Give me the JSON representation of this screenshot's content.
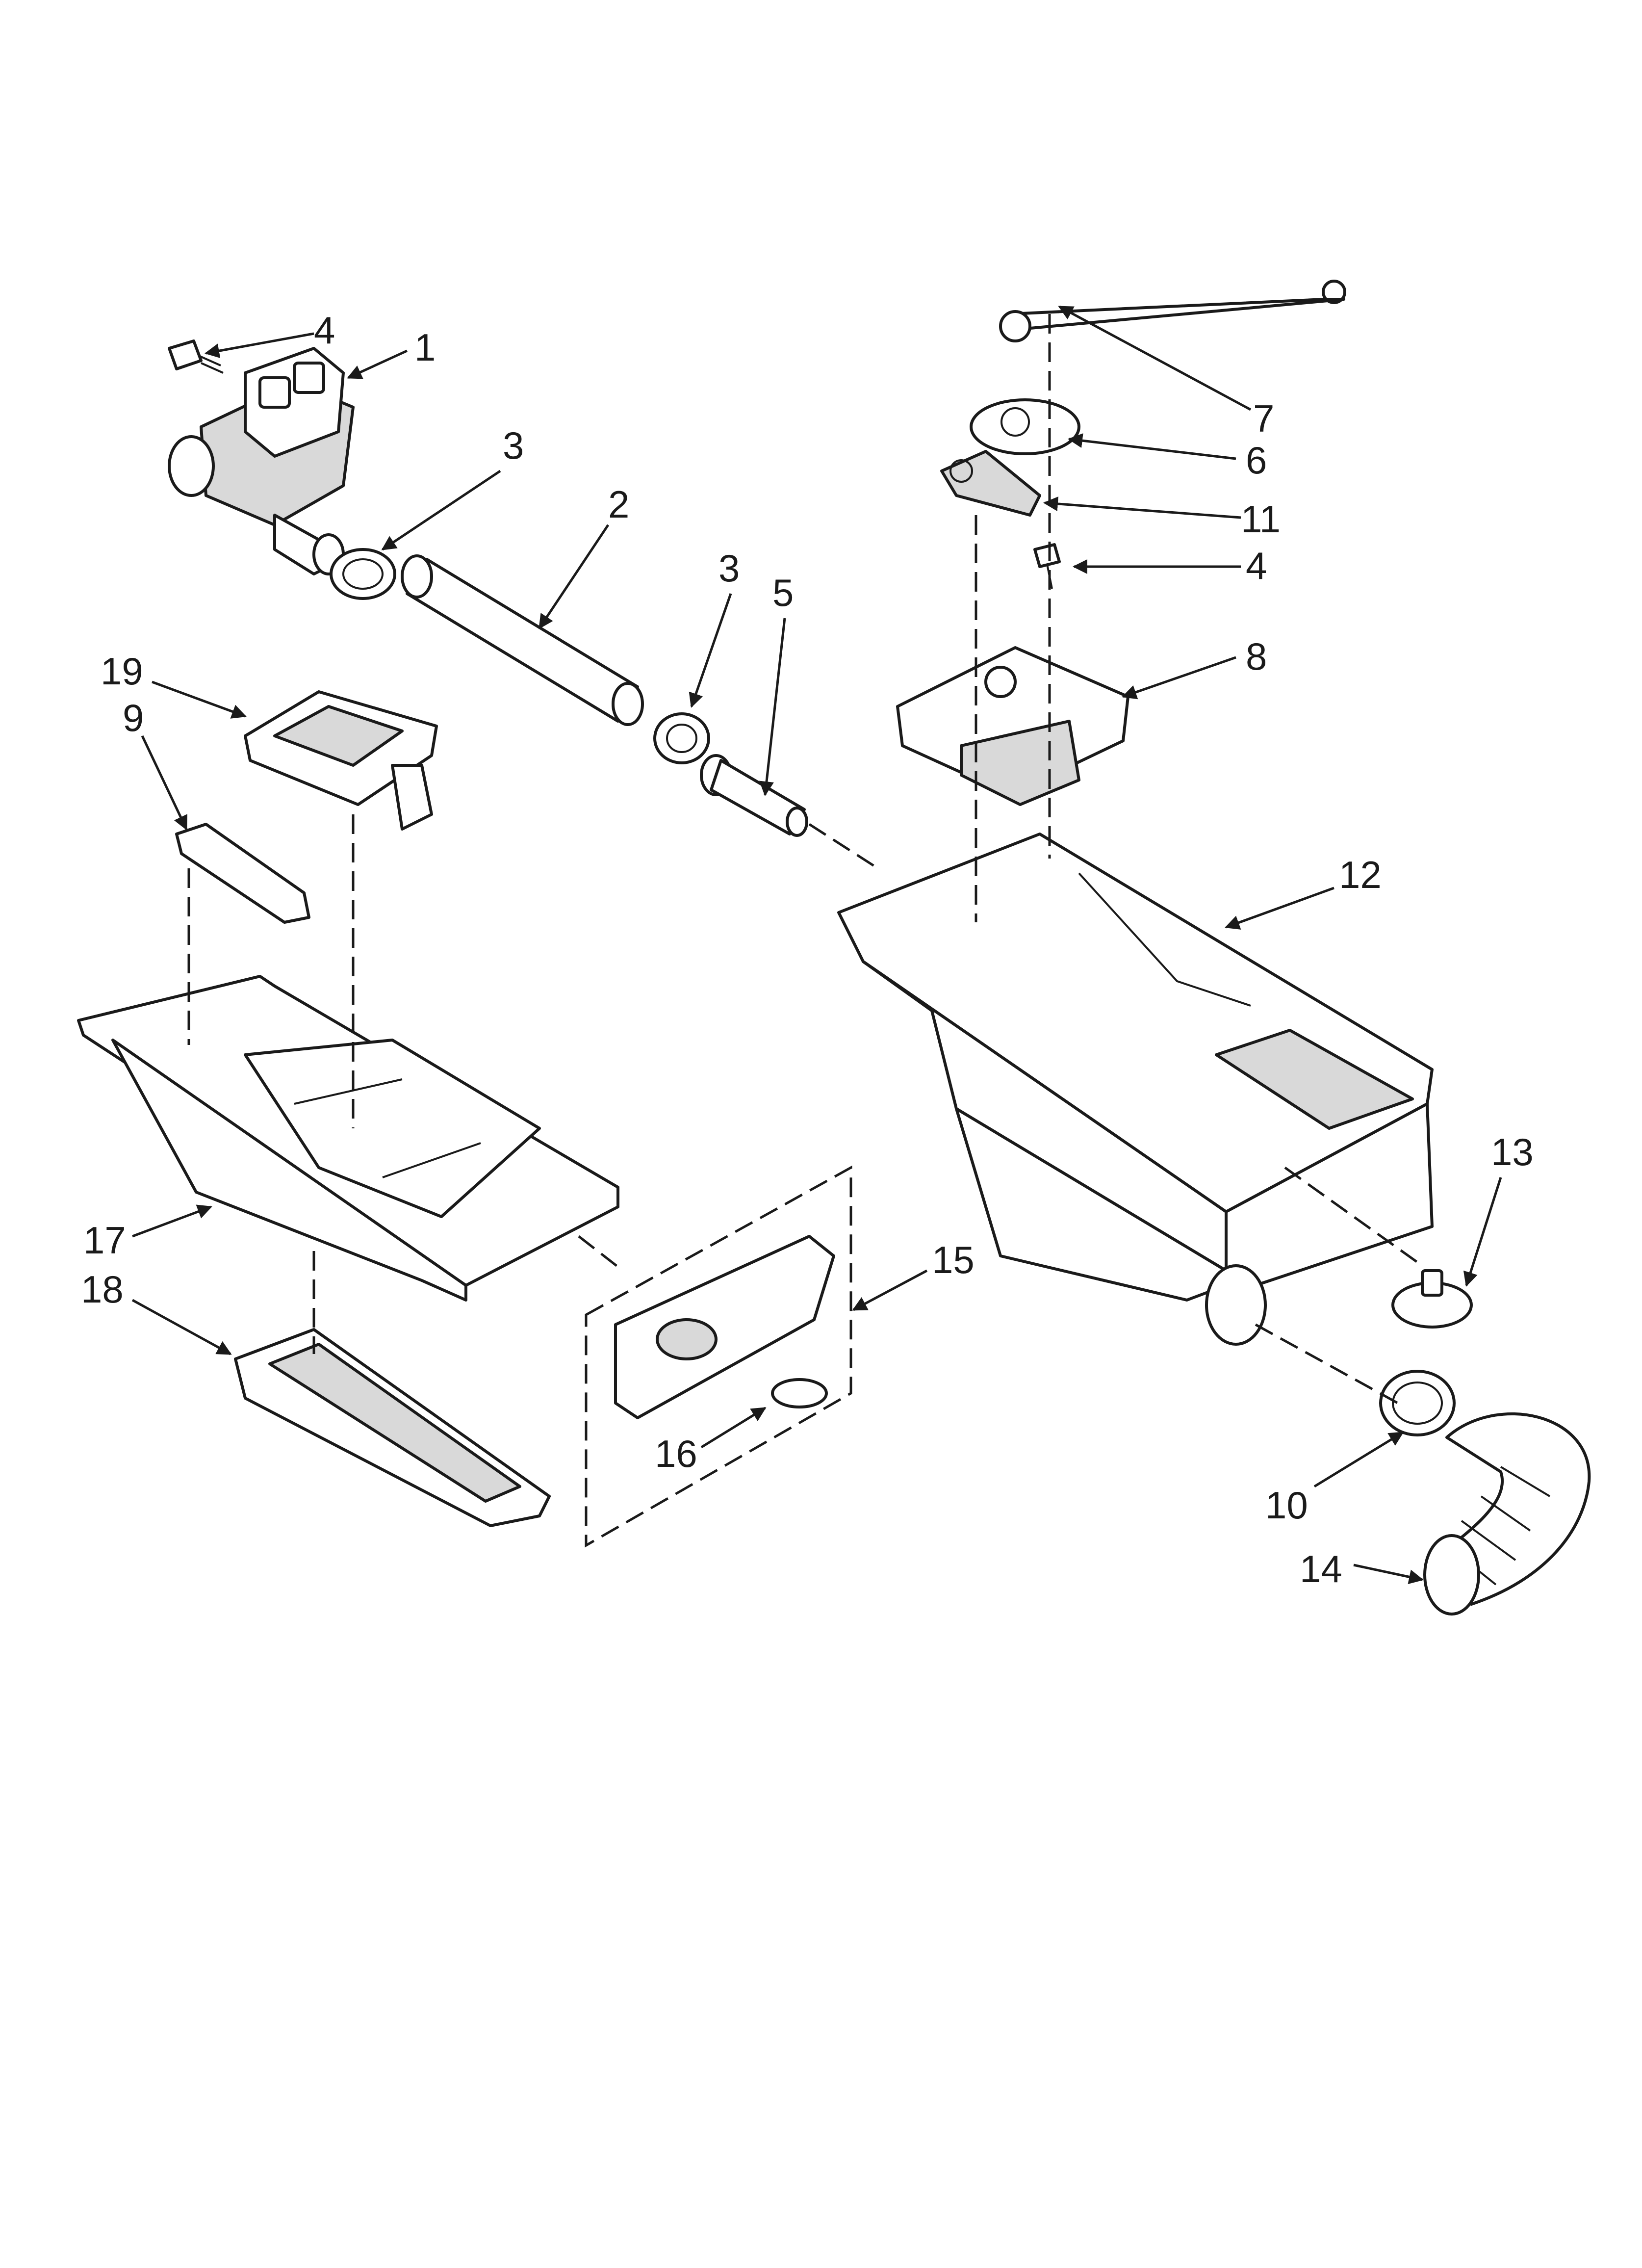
{
  "callouts": [
    {
      "id": "4a",
      "label": "4"
    },
    {
      "id": "1",
      "label": "1"
    },
    {
      "id": "3a",
      "label": "3"
    },
    {
      "id": "2",
      "label": "2"
    },
    {
      "id": "3b",
      "label": "3"
    },
    {
      "id": "5",
      "label": "5"
    },
    {
      "id": "19",
      "label": "19"
    },
    {
      "id": "9",
      "label": "9"
    },
    {
      "id": "7",
      "label": "7"
    },
    {
      "id": "6",
      "label": "6"
    },
    {
      "id": "11",
      "label": "11"
    },
    {
      "id": "4b",
      "label": "4"
    },
    {
      "id": "8",
      "label": "8"
    },
    {
      "id": "12",
      "label": "12"
    },
    {
      "id": "13",
      "label": "13"
    },
    {
      "id": "17",
      "label": "17"
    },
    {
      "id": "15",
      "label": "15"
    },
    {
      "id": "18",
      "label": "18"
    },
    {
      "id": "16",
      "label": "16"
    },
    {
      "id": "10",
      "label": "10"
    },
    {
      "id": "14",
      "label": "14"
    }
  ]
}
